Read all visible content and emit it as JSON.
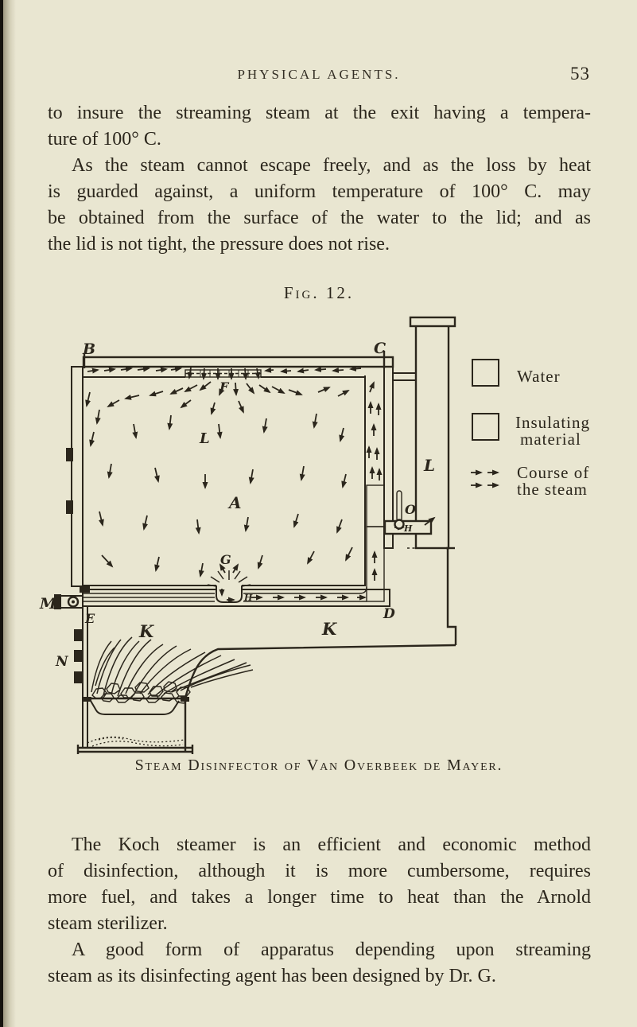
{
  "colors": {
    "paper": "#e9e6d1",
    "ink": "#2b261c"
  },
  "header": {
    "title": "PHYSICAL AGENTS.",
    "page_number": "53"
  },
  "paragraphs": [
    {
      "lines": [
        "to insure the streaming steam at the exit having a tempera-",
        "ture of 100° C."
      ]
    },
    {
      "lines": [
        "As the steam cannot escape freely, and as the loss by heat",
        "is guarded against, a uniform temperature of 100° C. may",
        "be obtained from the surface of the water to the lid; and as",
        "the lid is not tight, the pressure does not rise."
      ]
    },
    {
      "lines": [
        "The Koch steamer is an efficient and economic method",
        "of disinfection, although it is more cumbersome, requires",
        "more fuel, and takes a longer time to heat than the Arnold",
        "steam sterilizer."
      ]
    },
    {
      "lines": [
        "A good form of apparatus depending upon streaming",
        "steam as its disinfecting agent has been designed by Dr. G."
      ]
    }
  ],
  "figure": {
    "label": "Fig. 12.",
    "caption": "Steam Disinfector of Van Overbeek de Mayer.",
    "labels": {
      "b": "B",
      "c": "C",
      "f": "F",
      "a": "A",
      "g": "G",
      "l_chamber": "L",
      "l_chimney": "L",
      "h_channel": "H",
      "h_exit": "H",
      "d": "D",
      "e": "E",
      "m": "M",
      "n": "N",
      "o": "O",
      "k_left": "K",
      "k_right": "K"
    },
    "legend": {
      "water": {
        "label": "Water"
      },
      "insulation": {
        "label_line1": "Insulating",
        "label_line2": "material"
      },
      "steam": {
        "label_line1": "Course of",
        "label_line2": "the steam"
      }
    }
  }
}
